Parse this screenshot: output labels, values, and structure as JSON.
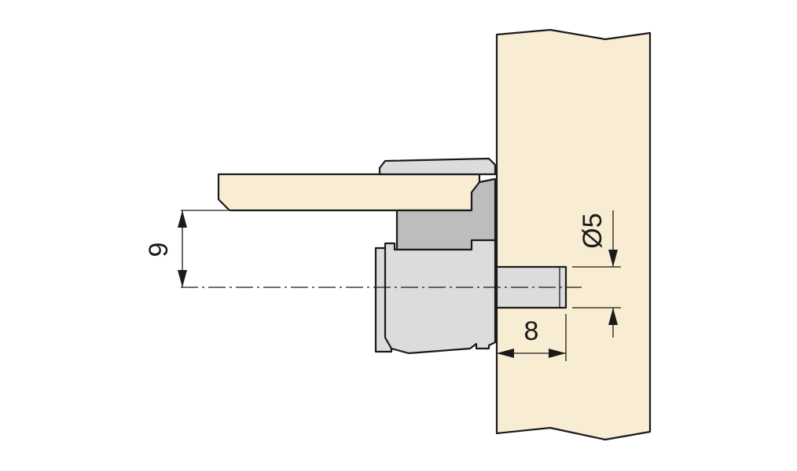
{
  "dimensions": {
    "shelf_offset": "9",
    "pin_length": "8",
    "pin_diameter": "Ø5"
  },
  "colors": {
    "wood": "#f8edd2",
    "metal": "#dcdcdc",
    "metal_dark": "#bdbdbd",
    "line": "#1a1a1a",
    "background": "#ffffff"
  }
}
